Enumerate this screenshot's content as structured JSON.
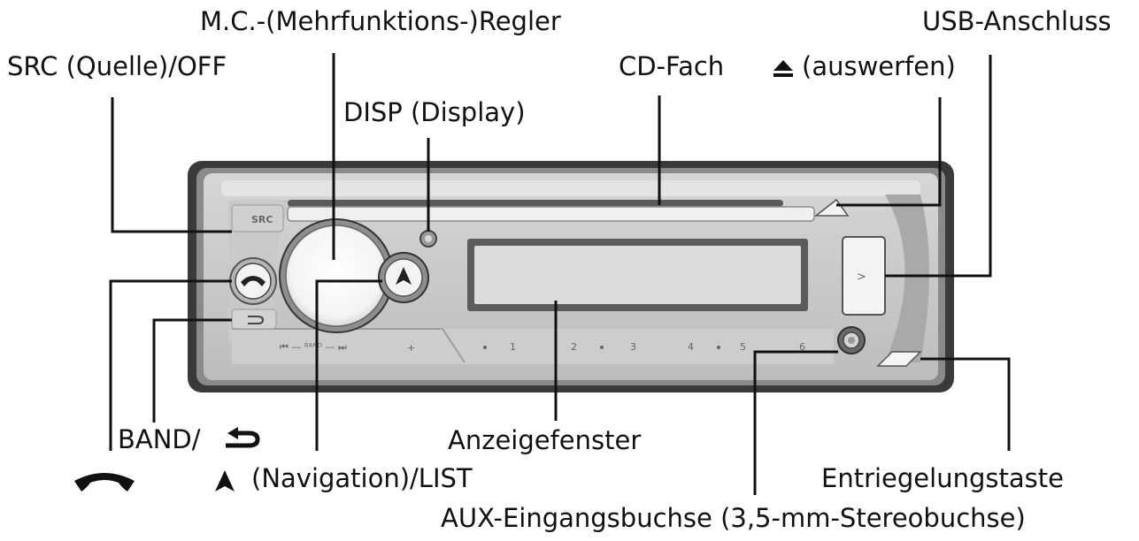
{
  "labels": {
    "mc_knob": "M.C.-(Mehrfunktions-)Regler",
    "usb_port": "USB-Anschluss",
    "src_off": "SRC (Quelle)/OFF",
    "cd_slot": "CD-Fach",
    "eject": "(auswerfen)",
    "disp": "DISP (Display)",
    "band": "BAND/",
    "display_window": "Anzeigefenster",
    "navigation_list": "(Navigation)/LIST",
    "release_button": "Entriegelungstaste",
    "aux_input": "AUX-Eingangsbuchse (3,5-mm-Stereobuchse)"
  },
  "device": {
    "src_marking": "SRC",
    "track_keys": "⏮ — ᴮᴬᴺᴰ — ⏭",
    "plus_marking": "+",
    "preset_1": "1",
    "preset_2": "2",
    "preset_3": "3",
    "preset_4": "4",
    "preset_5": "5",
    "preset_6": "6"
  },
  "icons": {
    "phone": "phone-icon",
    "back": "back-arrow-icon",
    "eject": "eject-icon",
    "navigation": "navigation-arrow-icon"
  }
}
